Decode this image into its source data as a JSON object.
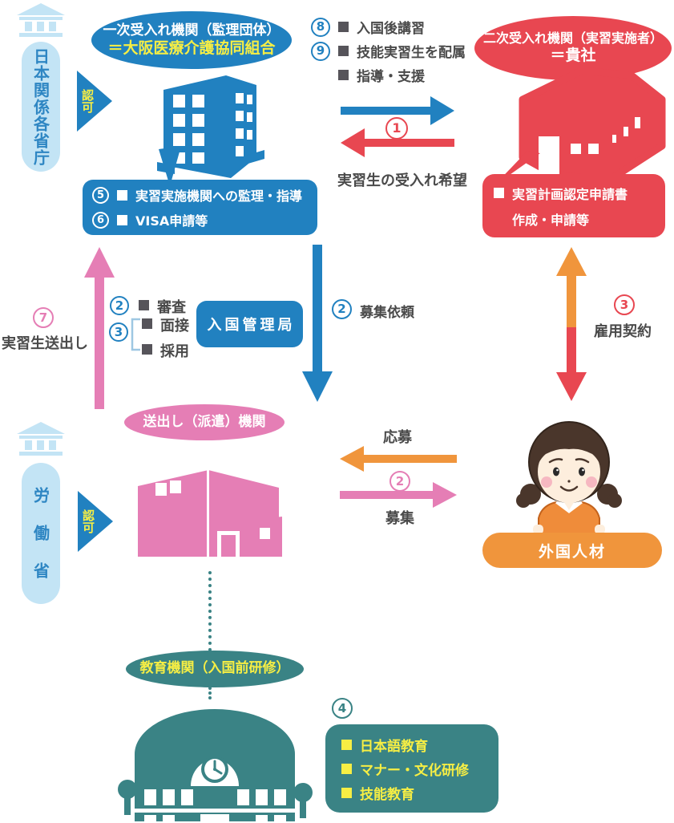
{
  "palette": {
    "blue": "#2181c0",
    "red": "#e84751",
    "pink": "#e57eb5",
    "orange": "#f0953c",
    "teal": "#3a8385",
    "yellow": "#f6ee44",
    "light_blue": "#c3e4f5",
    "dark_text": "#4a4a4a"
  },
  "gov": {
    "ministries_label": "日本関係各省庁",
    "labor_label": "労働省",
    "approval_top": "認可",
    "approval_bottom": "認可"
  },
  "primary_org": {
    "name_line1": "一次受入れ機関（監理団体）",
    "name_line2": "＝大阪医療介護協同組合",
    "tasks": [
      {
        "num": "5",
        "text": "実習実施機関への監理・指導"
      },
      {
        "num": "6",
        "text": "VISA申請等"
      }
    ]
  },
  "secondary_org": {
    "name_line1": "二次受入れ機関（実習実施者）",
    "name_line2": "＝貴社",
    "task_line1": "実習計画認定申請書",
    "task_line2": "作成・申請等"
  },
  "post_entry_list": [
    {
      "num": "8",
      "text": "入国後講習"
    },
    {
      "num": "9",
      "text": "技能実習生を配属"
    },
    {
      "num": "",
      "text": "指導・支援"
    }
  ],
  "request_flow": {
    "num": "1",
    "label": "実習生の受入れ希望"
  },
  "immigration_bureau": {
    "label": "入国管理局"
  },
  "screening": {
    "row1_num": "2",
    "row1_text": "審査",
    "group_num": "3",
    "row2_text": "面接",
    "row3_text": "採用"
  },
  "recruit_request": {
    "num": "2",
    "label": "募集依頼"
  },
  "employment_contract": {
    "num": "3",
    "label": "雇用契約"
  },
  "send_out": {
    "num": "7",
    "label": "実習生送出し"
  },
  "sending_org": {
    "name": "送出し（派遣）機関"
  },
  "apply_recruit": {
    "apply_label": "応募",
    "num": "2",
    "recruit_label": "募集"
  },
  "foreign_talent": {
    "label": "外国人材"
  },
  "education_org": {
    "name": "教育機関（入国前研修）",
    "num": "4",
    "items": [
      {
        "text": "日本語教育"
      },
      {
        "text": "マナー・文化研修"
      },
      {
        "text": "技能教育"
      }
    ]
  }
}
